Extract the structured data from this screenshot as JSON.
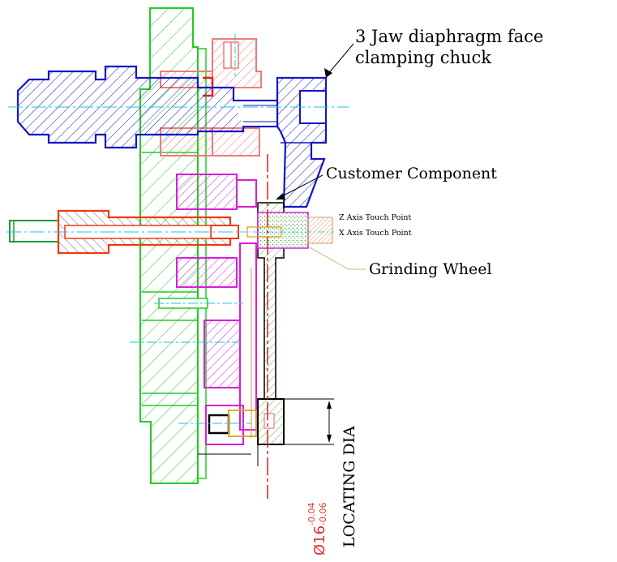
{
  "labels": {
    "chuck_line1": "3 Jaw diaphragm face",
    "chuck_line2": "clamping chuck",
    "component": "Customer Component",
    "z_touch": "Z Axis Touch Point",
    "x_touch": "X Axis Touch Point",
    "wheel": "Grinding Wheel",
    "locating": "LOCATING DIA",
    "dim_nominal": "Ø16",
    "dim_upper": "-0.04",
    "dim_lower": "-0.06"
  },
  "colors": {
    "green": "#22cc22",
    "blue": "#1515c8",
    "salmon": "#ee7b7b",
    "magenta": "#d81ed8",
    "red": "#e01e1e",
    "orange_red": "#ee3a10",
    "cyan": "#18c4e0",
    "gray": "#808080",
    "black": "#000000",
    "khaki": "#d8cc90",
    "component_green": "#58b058",
    "tan": "#e8b080"
  }
}
